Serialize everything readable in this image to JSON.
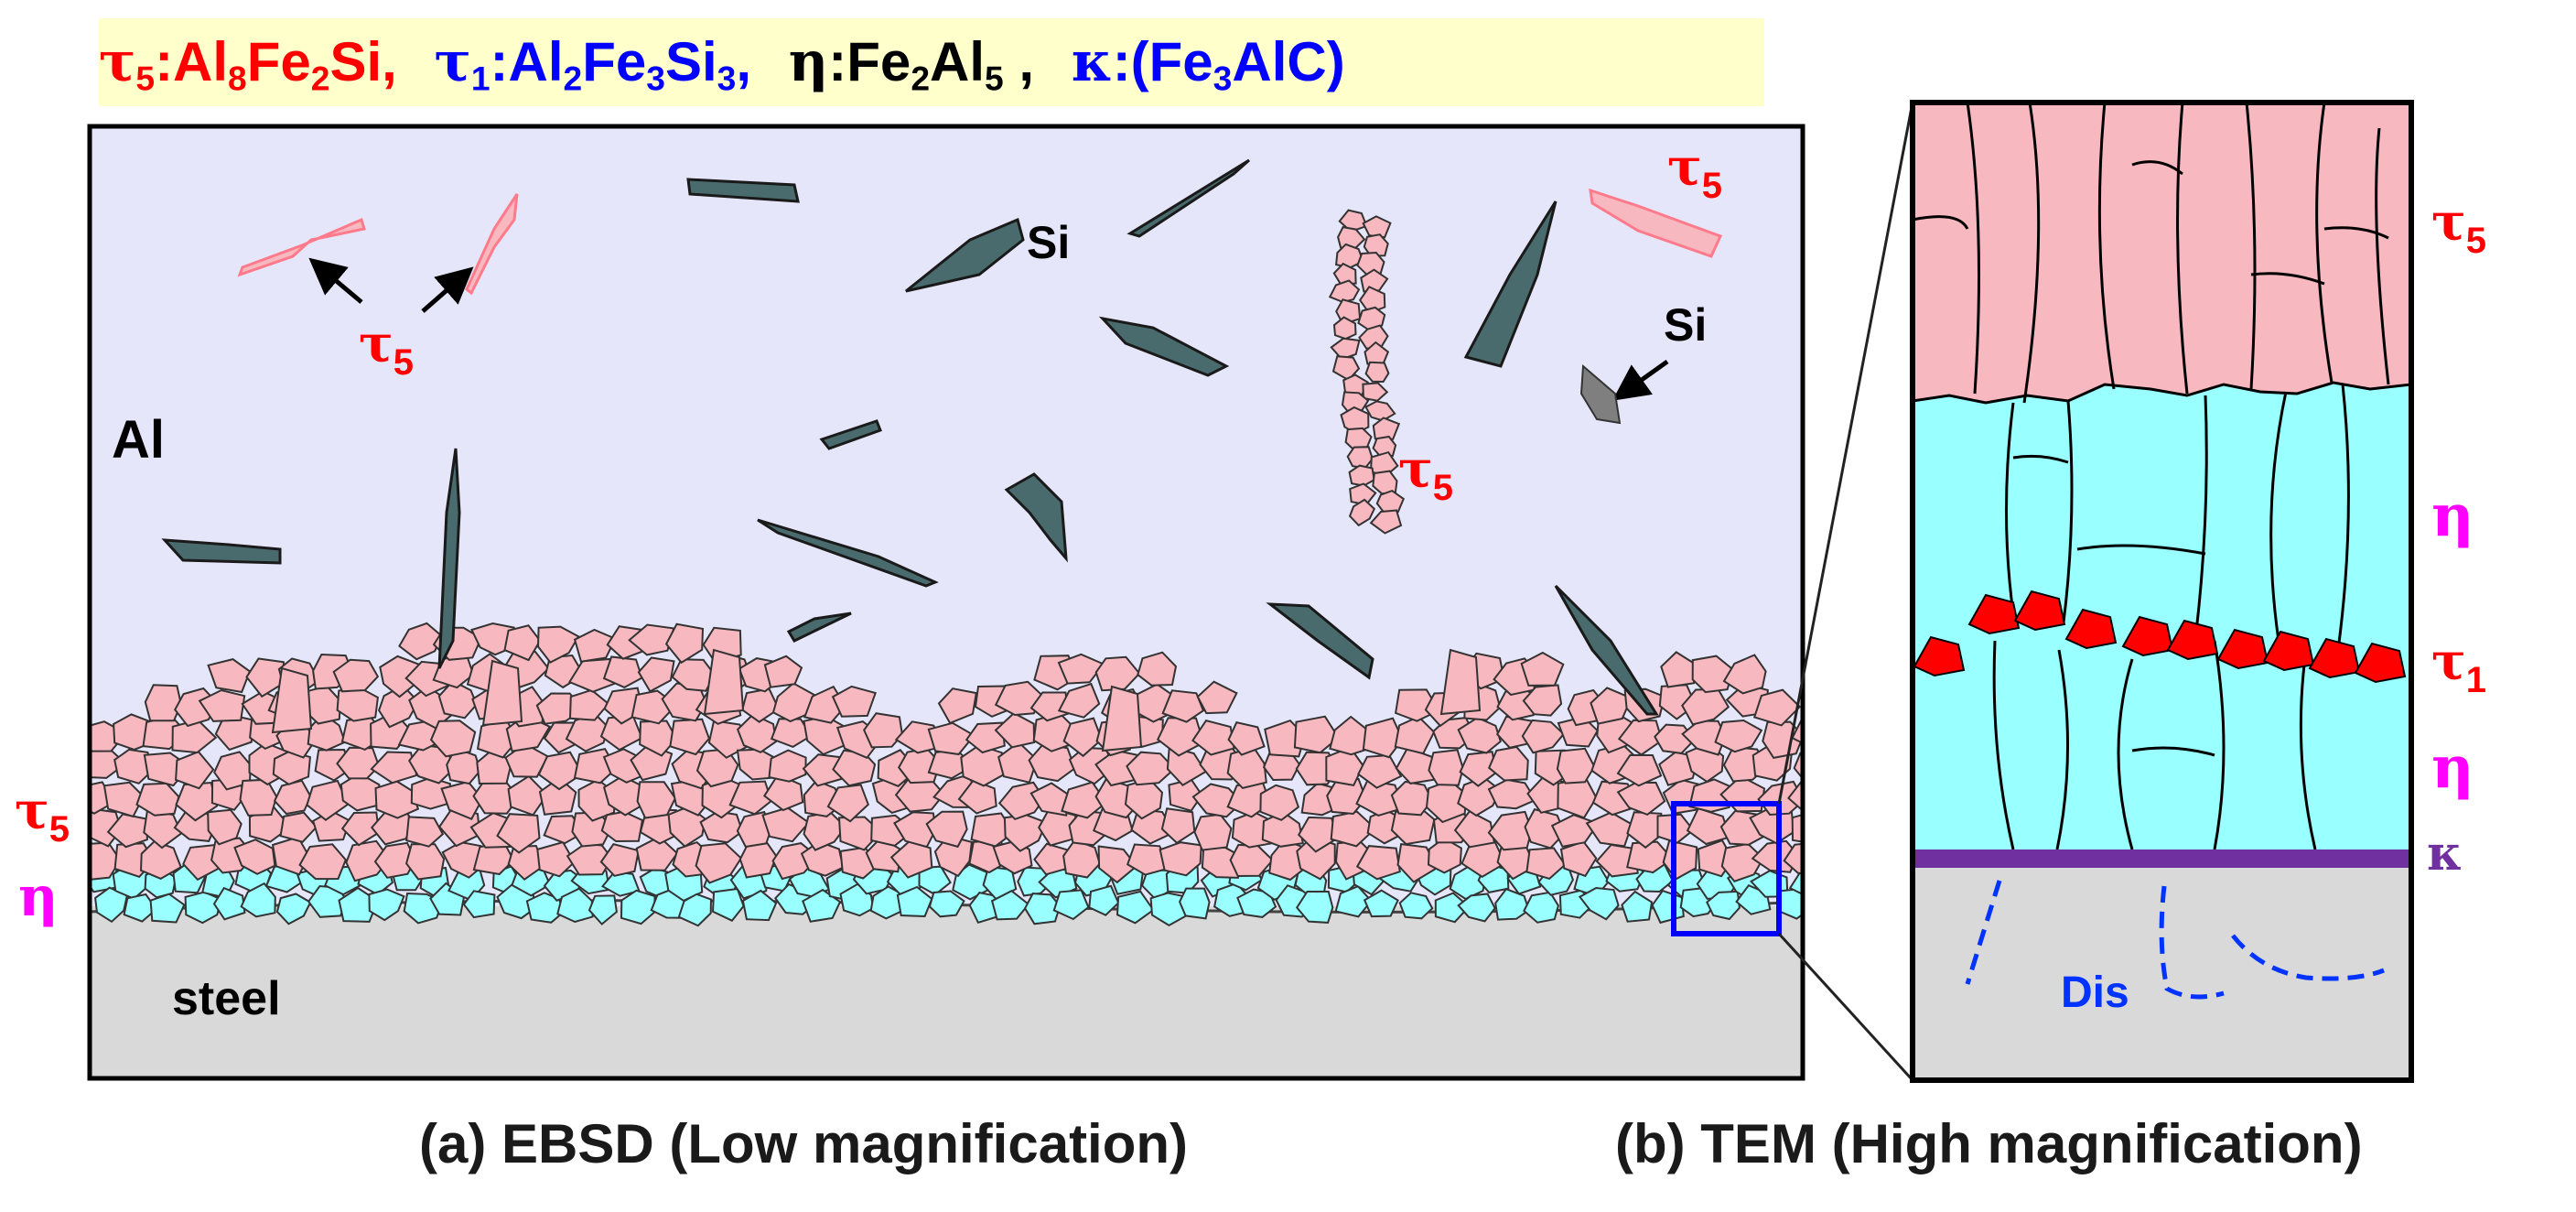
{
  "legend": [
    {
      "symbol": "τ",
      "sub": "5",
      "sep": " : ",
      "formula": [
        [
          "Al",
          ""
        ],
        [
          "8",
          ""
        ],
        [
          "Fe",
          ""
        ],
        [
          "2",
          ""
        ],
        [
          "Si,",
          ""
        ]
      ],
      "formula_text": "Al8Fe2Si,",
      "color": "#ff0000"
    },
    {
      "symbol": "τ",
      "sub": "1",
      "sep": " : ",
      "formula_text": "Al2Fe3Si3,",
      "color": "#0000ff"
    },
    {
      "symbol": "η",
      "sub": "",
      "sep": " : ",
      "formula_text": "Fe2Al5 ,",
      "color": "#000000"
    },
    {
      "symbol": "κ",
      "sub": "",
      "sep": " : ",
      "formula_text": "(Fe3AlC)",
      "color": "#0000ff"
    }
  ],
  "colors": {
    "tau5": "#f8b8c0",
    "tau1": "#ff0000",
    "eta": "#99ffff",
    "kappa": "#7030a0",
    "si": "#4a6b6d",
    "aluminum": "#e6e6fa",
    "steel": "#d9d9d9",
    "zoom_box": "#0000ff",
    "dislocation": "#0033ff",
    "label_red": "#ff0000",
    "label_magenta": "#ff00ff"
  },
  "panel_a": {
    "labels": {
      "al": "Al",
      "steel": "steel",
      "si_top": "Si",
      "si_right": "Si"
    },
    "tau5_labels": [
      {
        "sym": "τ",
        "sub": "5"
      },
      {
        "sym": "τ",
        "sub": "5"
      },
      {
        "sym": "τ",
        "sub": "5"
      }
    ],
    "edge_labels": {
      "tau5": {
        "sym": "τ",
        "sub": "5"
      },
      "eta": "η"
    },
    "caption": "(a) EBSD (Low magnification)"
  },
  "panel_b": {
    "labels": {
      "tau5": {
        "sym": "τ",
        "sub": "5"
      },
      "eta_top": "η",
      "tau1": {
        "sym": "τ",
        "sub": "1"
      },
      "eta_bottom": "η",
      "kappa": "κ",
      "dis": "Dis"
    },
    "caption": "(b) TEM (High magnification)"
  }
}
